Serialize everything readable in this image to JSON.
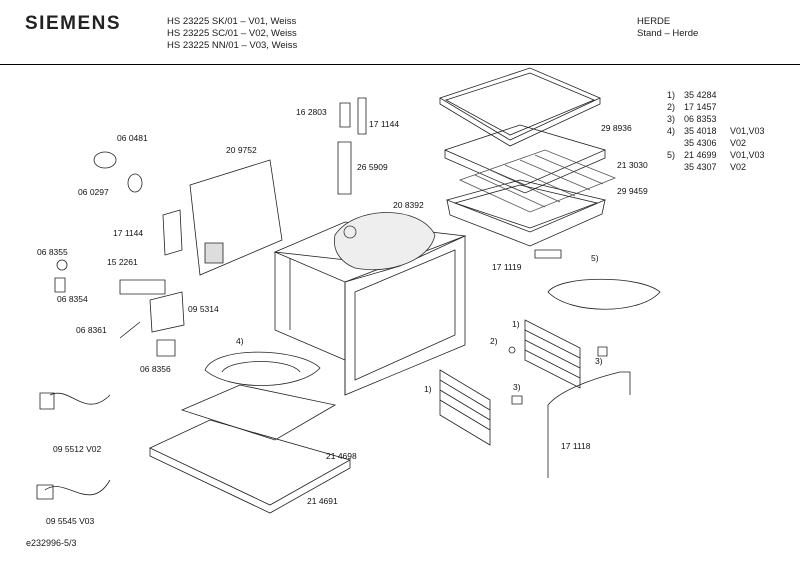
{
  "brand": "SIEMENS",
  "models": [
    "HS 23225 SK/01 – V01, Weiss",
    "HS 23225 SC/01 – V02, Weiss",
    "HS 23225 NN/01 – V03, Weiss"
  ],
  "category": [
    "HERDE",
    "Stand – Herde"
  ],
  "footer": "e232996-5/3",
  "legend": [
    {
      "num": "1)",
      "part": "35 4284",
      "variant": ""
    },
    {
      "num": "2)",
      "part": "17 1457",
      "variant": ""
    },
    {
      "num": "3)",
      "part": "06 8353",
      "variant": ""
    },
    {
      "num": "4)",
      "part": "35 4018",
      "variant": "V01,V03"
    },
    {
      "num": "",
      "part": "35 4306",
      "variant": "V02"
    },
    {
      "num": "5)",
      "part": "21 4699",
      "variant": "V01,V03"
    },
    {
      "num": "",
      "part": "35 4307",
      "variant": "V02"
    }
  ],
  "labels": {
    "p060481": "06 0481",
    "p060297": "06 0297",
    "p209752": "20 9752",
    "p162803": "16 2803",
    "p171144a": "17 1144",
    "p265909": "26 5909",
    "p208392": "20 8392",
    "p298936": "29 8936",
    "p213030": "21 3030",
    "p299459": "29 9459",
    "p171144b": "17 1144",
    "p068355": "06 8355",
    "p152261": "15 2261",
    "p068354": "06 8354",
    "p095314": "09 5314",
    "p068361": "06 8361",
    "p068356": "06 8356",
    "p171119": "17 1119",
    "c5": "5)",
    "c4": "4)",
    "c1a": "1)",
    "c2": "2)",
    "c1b": "1)",
    "c3a": "3)",
    "c3b": "3)",
    "p095512": "09 5512 V02",
    "p214698": "21 4698",
    "p171118": "17 1118",
    "p095545": "09 5545 V03",
    "p214691": "21 4691"
  }
}
